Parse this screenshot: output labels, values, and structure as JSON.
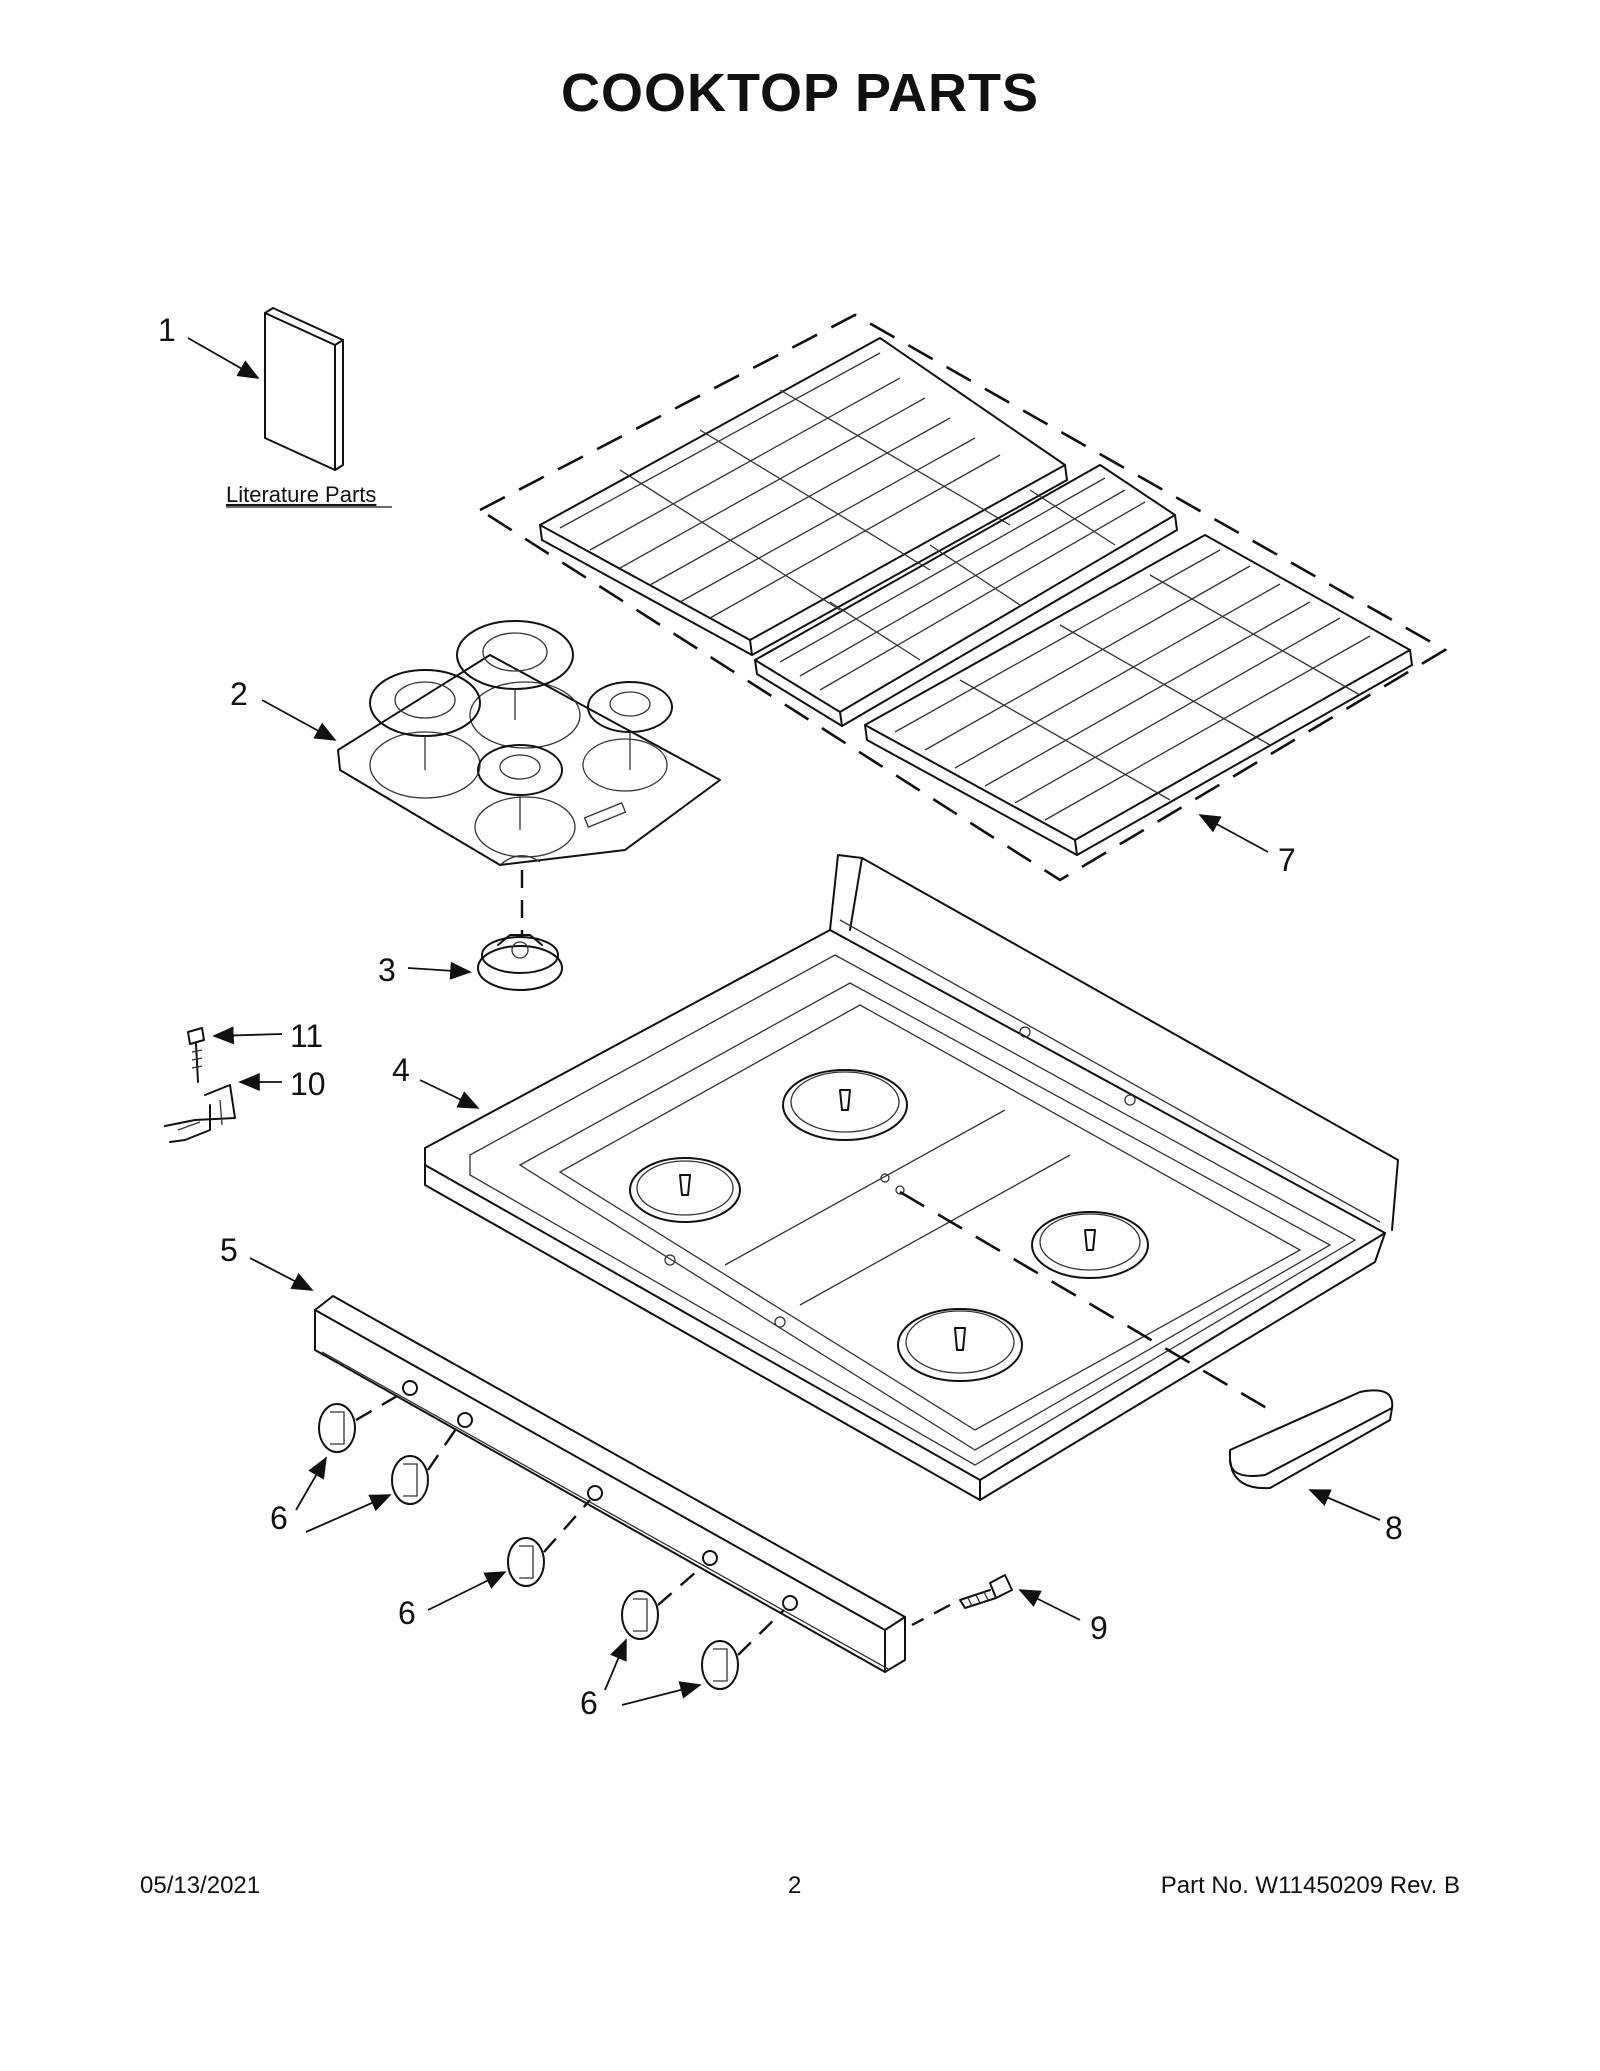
{
  "title": "COOKTOP  PARTS",
  "literature_label": "Literature Parts",
  "callouts": {
    "c1": "1",
    "c2": "2",
    "c3": "3",
    "c4": "4",
    "c5": "5",
    "c6a": "6",
    "c6b": "6",
    "c6c": "6",
    "c7": "7",
    "c8": "8",
    "c9": "9",
    "c10": "10",
    "c11": "11"
  },
  "footer": {
    "date": "05/13/2021",
    "page": "2",
    "part": "Part No.  W11450209  Rev.  B"
  }
}
